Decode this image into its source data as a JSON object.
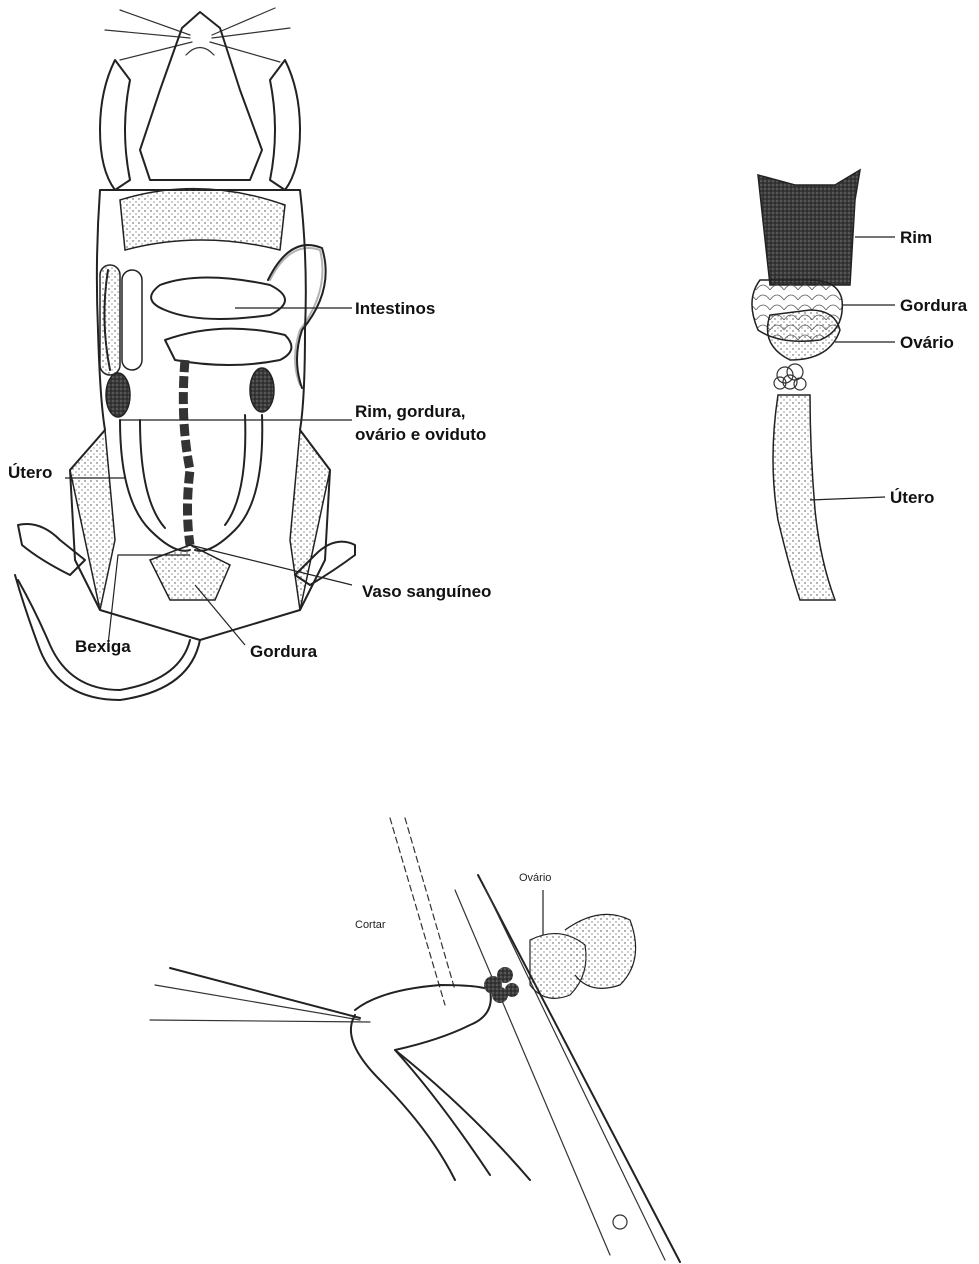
{
  "figure1": {
    "labels": {
      "intestinos": "Intestinos",
      "rim_line1": "Rim, gordura,",
      "rim_line2": "ovário e oviduto",
      "utero": "Útero",
      "vaso": "Vaso sanguíneo",
      "bexiga": "Bexiga",
      "gordura": "Gordura"
    }
  },
  "figure2": {
    "labels": {
      "rim": "Rim",
      "gordura": "Gordura",
      "ovario": "Ovário",
      "utero": "Útero"
    }
  },
  "figure3": {
    "labels": {
      "ovario": "Ovário",
      "cortar": "Cortar"
    }
  },
  "colors": {
    "ink": "#222222",
    "background": "#ffffff"
  }
}
